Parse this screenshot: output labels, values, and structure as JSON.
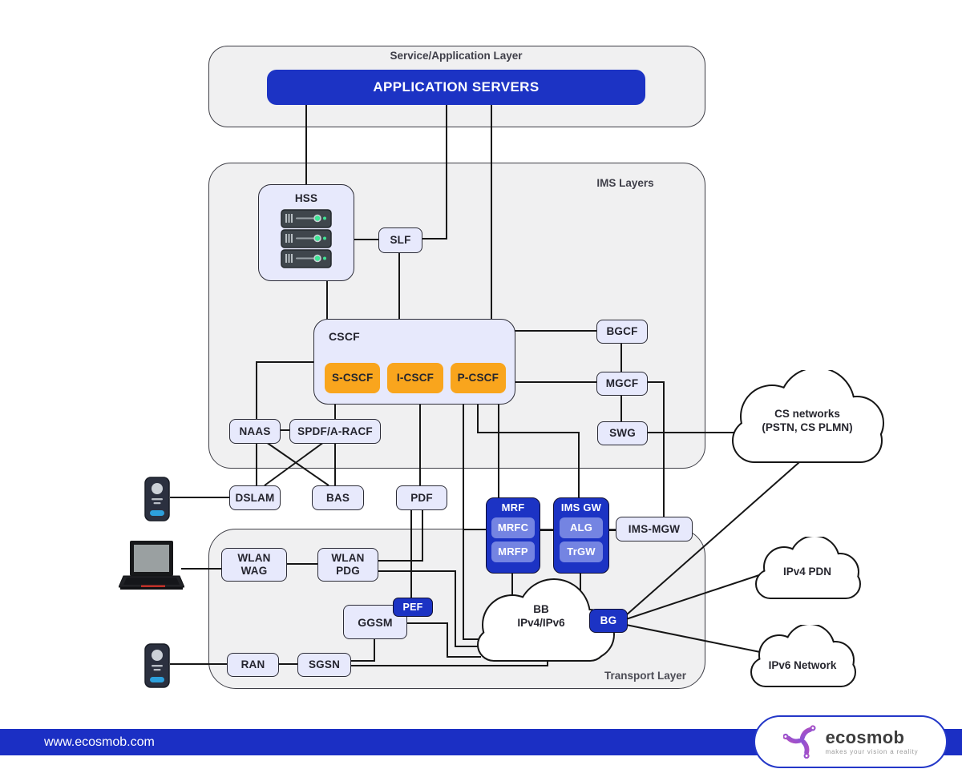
{
  "colors": {
    "primary_blue": "#1c33c4",
    "lavender": "#e7e9fc",
    "orange": "#f9a51d",
    "sub_blue": "#7484e2",
    "layer_gray": "#f0f0f1",
    "line": "#161616"
  },
  "layers": {
    "service": {
      "label": "Service/Application Layer"
    },
    "ims": {
      "label": "IMS Layers"
    },
    "transport": {
      "label": "Transport Layer"
    }
  },
  "nodes": {
    "application_servers": "APPLICATION SERVERS",
    "hss": "HSS",
    "slf": "SLF",
    "cscf": "CSCF",
    "s_cscf": "S-CSCF",
    "i_cscf": "I-CSCF",
    "p_cscf": "P-CSCF",
    "bgcf": "BGCF",
    "mgcf": "MGCF",
    "swg": "SWG",
    "naas": "NAAS",
    "spdf_a_racf": "SPDF/A-RACF",
    "dslam": "DSLAM",
    "bas": "BAS",
    "pdf": "PDF",
    "mrf": {
      "title": "MRF",
      "mrfc": "MRFC",
      "mrfp": "MRFP"
    },
    "ims_gw": {
      "title": "IMS GW",
      "alg": "ALG",
      "trgw": "TrGW"
    },
    "ims_mgw": "IMS-MGW",
    "wlan_wag": {
      "line1": "WLAN",
      "line2": "WAG"
    },
    "wlan_pdg": {
      "line1": "WLAN",
      "line2": "PDG"
    },
    "ggsm": "GGSM",
    "pef": "PEF",
    "ran": "RAN",
    "sgsn": "SGSN",
    "bg": "BG"
  },
  "clouds": {
    "bb": {
      "line1": "BB",
      "line2": "IPv4/IPv6"
    },
    "cs": {
      "line1": "CS networks",
      "line2": "(PSTN, CS PLMN)"
    },
    "ipv4": {
      "label": "IPv4 PDN"
    },
    "ipv6": {
      "label": "IPv6 Network"
    }
  },
  "icons": {
    "hss_servers": "server-stack-icon",
    "subscriber_device": "mobile-device-icon",
    "laptop": "laptop-icon",
    "brand_mark": "ecosmob-logo-mark"
  },
  "footer": {
    "website": "www.ecosmob.com",
    "brand": "ecosmob",
    "tagline": "makes your vision a reality"
  }
}
